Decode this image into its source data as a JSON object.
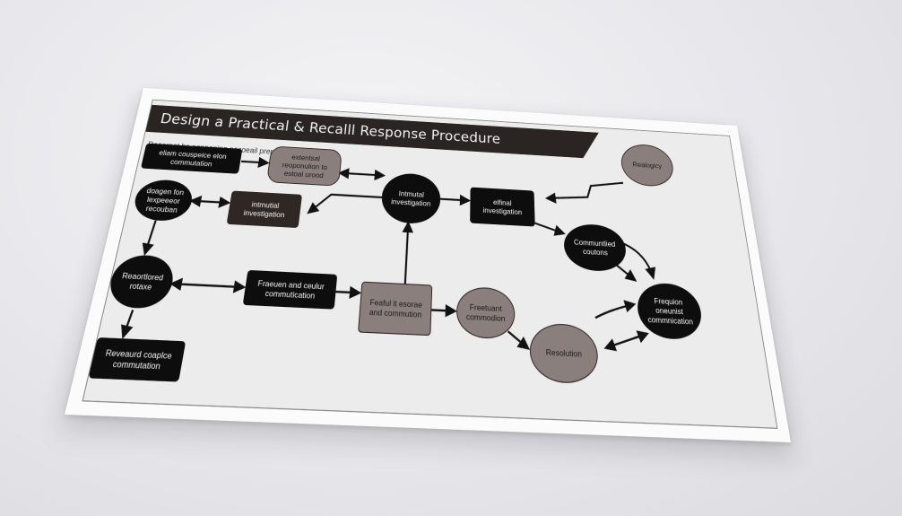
{
  "title": "Design a Practical & Recalll Response Procedure",
  "subtitle": "Deeornet he poppeping pocoeail prepaton",
  "nodes": {
    "n1": "eliam couspeice elon commutation",
    "n2": "extentsal reoponulion to estoal urood",
    "n3": "doagen fon lexpeeeor recouban",
    "n4": "intmutial investigation",
    "n5": "Intmutal investigation",
    "n6": "elfinal investigation",
    "n7": "Realogicy",
    "n8": "Communtlied coutons",
    "n9": "Reaortlored rotaxe",
    "n10": "Fraeuen and ceulur commutication",
    "n11": "Feaful it esorae and commution",
    "n12": "Freetuant commodion",
    "n13": "Frequion oneunist commnication",
    "n14": "Resolution",
    "n15": "Reveaurd coaplce commutation"
  },
  "colors": {
    "black_node": "#0d0d0d",
    "dark_node": "#2e2724",
    "gray_node": "#8a7f7c",
    "title_bar": "#2a2523"
  }
}
